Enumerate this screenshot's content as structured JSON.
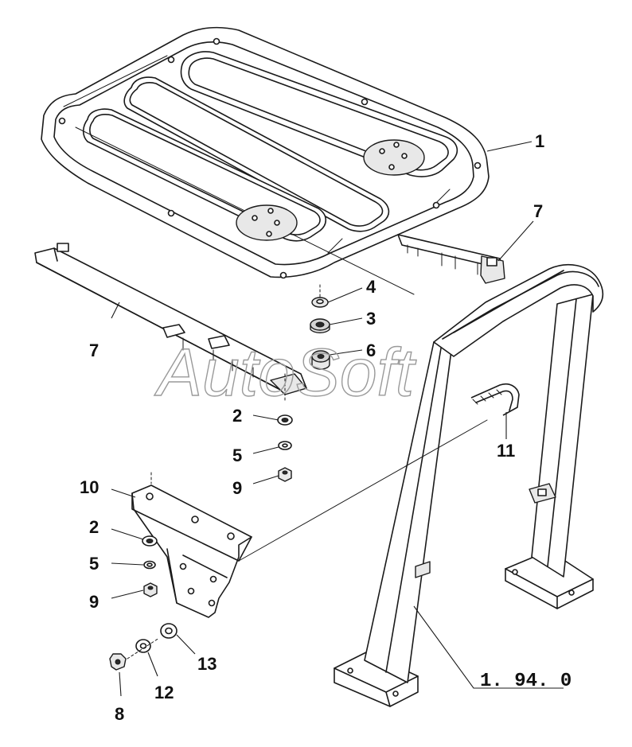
{
  "watermark": "AutoSoft",
  "callouts": [
    {
      "id": "c1",
      "text": "1"
    },
    {
      "id": "c7a",
      "text": "7"
    },
    {
      "id": "c4",
      "text": "4"
    },
    {
      "id": "c3",
      "text": "3"
    },
    {
      "id": "c6",
      "text": "6"
    },
    {
      "id": "c7b",
      "text": "7"
    },
    {
      "id": "c2a",
      "text": "2"
    },
    {
      "id": "c5a",
      "text": "5"
    },
    {
      "id": "c9a",
      "text": "9"
    },
    {
      "id": "c10",
      "text": "10"
    },
    {
      "id": "c2b",
      "text": "2"
    },
    {
      "id": "c5b",
      "text": "5"
    },
    {
      "id": "c9b",
      "text": "9"
    },
    {
      "id": "c11",
      "text": "11"
    },
    {
      "id": "c13",
      "text": "13"
    },
    {
      "id": "c12",
      "text": "12"
    },
    {
      "id": "c8",
      "text": "8"
    }
  ],
  "reference": "1. 94. 0"
}
